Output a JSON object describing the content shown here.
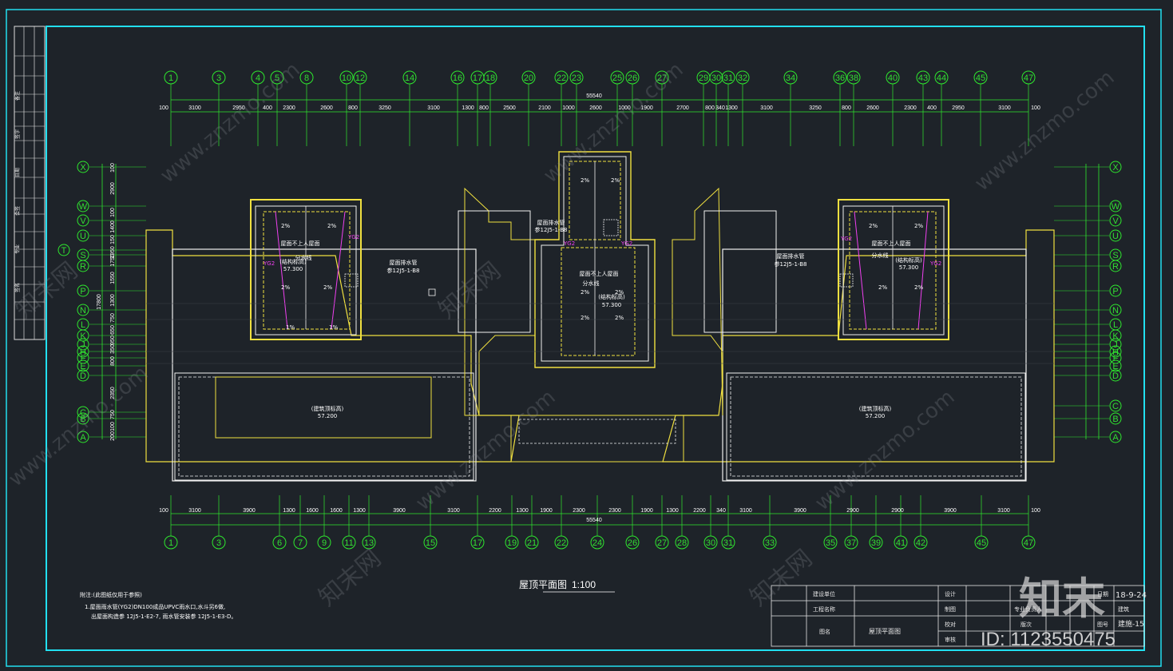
{
  "drawing": {
    "title": "屋顶平面图",
    "scale": "1:100",
    "overall_dimension": "55540"
  },
  "axes_top": [
    "1",
    "3",
    "4",
    "5",
    "8",
    "10",
    "12",
    "14",
    "16",
    "17",
    "18",
    "20",
    "22",
    "23",
    "25",
    "26",
    "27",
    "29",
    "30",
    "31",
    "32",
    "34",
    "36",
    "38",
    "40",
    "43",
    "44",
    "45",
    "47"
  ],
  "axes_bottom": [
    "1",
    "3",
    "6",
    "7",
    "9",
    "11",
    "13",
    "15",
    "17",
    "19",
    "21",
    "22",
    "24",
    "26",
    "27",
    "28",
    "30",
    "31",
    "33",
    "35",
    "37",
    "39",
    "41",
    "42",
    "45",
    "47"
  ],
  "axes_left": [
    "X",
    "W",
    "V",
    "U",
    "T",
    "S",
    "R",
    "P",
    "N",
    "L",
    "K",
    "J",
    "H",
    "F",
    "E",
    "D",
    "C",
    "B",
    "A"
  ],
  "axes_right": [
    "X",
    "W",
    "V",
    "U",
    "S",
    "R",
    "P",
    "N",
    "L",
    "K",
    "J",
    "H",
    "F",
    "E",
    "D",
    "C",
    "B",
    "A"
  ],
  "dims_top": [
    "100",
    "3100",
    "2950",
    "400",
    "2300",
    "2600",
    "800",
    "3250",
    "3100",
    "1300",
    "800",
    "2500",
    "2100",
    "1000",
    "2600",
    "1000",
    "1900",
    "2700",
    "800",
    "340",
    "1300",
    "3100",
    "3250",
    "800",
    "2600",
    "2300",
    "400",
    "2950",
    "3100",
    "100"
  ],
  "dims_bottom": [
    "100",
    "3100",
    "3900",
    "1300",
    "1600",
    "1600",
    "1300",
    "3900",
    "3100",
    "2200",
    "1300",
    "1900",
    "2300",
    "2300",
    "1900",
    "1300",
    "2200",
    "340",
    "3100",
    "3900",
    "2900",
    "2900",
    "3900",
    "3100",
    "100"
  ],
  "dims_left": [
    "100",
    "2900",
    "100",
    "1400",
    "150",
    "1950",
    "1750",
    "1550",
    "17800",
    "1300",
    "750",
    "650",
    "950",
    "350",
    "800",
    "2350",
    "750",
    "100",
    "200"
  ],
  "roof_labels": {
    "non_access_roof": "屋面不上人屋面",
    "water_divide": "分水线",
    "structure_elev": "(结构标高)",
    "elev_main": "57.300",
    "elev_lower": "57.200",
    "arch_elev": "(建筑顶标高)",
    "slope": "2%",
    "slope_1": "1%",
    "downpipe": "YG2",
    "parapet_ref": "屋面排水管",
    "detail_ref": "参12J5-1-B8"
  },
  "notes": {
    "heading": "附注:(此图纸仅用于参照)",
    "line1": "1.屋面雨水管(YG2)DN100成品UPVC雨水口,水斗另6做,",
    "line2": "出屋面构造参 12J5-1-E2-7, 雨水管安装参 12J5-1-E3-D。"
  },
  "title_block": {
    "company": "建设单位",
    "project": "工程名称",
    "drawing_name_label": "图名",
    "drawing_name": "屋顶平面图",
    "design": "设计",
    "draw": "制图",
    "check": "校对",
    "review": "审核",
    "professional": "专业负责人",
    "date_label": "日期",
    "date": "18-9-24",
    "sheet_label": "图号",
    "sheet_no": "建施-15",
    "discipline": "建筑",
    "version": "版次"
  },
  "left_strip": [
    "备注",
    "签字",
    "日期",
    "会签",
    "专业",
    "签名"
  ],
  "watermark": {
    "site": "www.znzmo.com",
    "brand": "知末网",
    "logo": "知末",
    "id": "ID: 1123550475"
  },
  "colors": {
    "background": "#1e2329",
    "frame": "#22e0f0",
    "axis": "#2ee82e",
    "wall": "#f0f0f0",
    "yellow": "#f0e040",
    "magenta": "#f040f0"
  }
}
